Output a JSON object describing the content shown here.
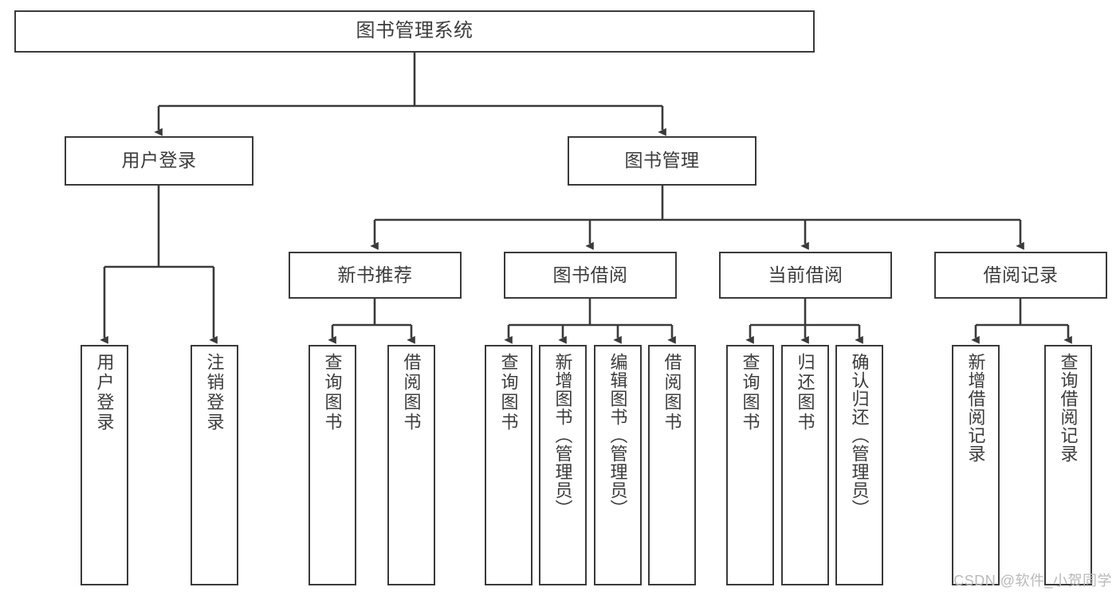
{
  "diagram": {
    "title": "图书管理系统",
    "watermark": "CSDN @软件_小贺同学",
    "colors": {
      "stroke": "#3a3a3a",
      "box_fill": "#ffffff",
      "text": "#3c3c3c",
      "watermark": "#b9b9b9",
      "background": "#ffffff"
    },
    "root": {
      "label": "图书管理系统"
    },
    "level2": [
      {
        "label": "用户登录"
      },
      {
        "label": "图书管理"
      }
    ],
    "level3": [
      {
        "label": "新书推荐"
      },
      {
        "label": "图书借阅"
      },
      {
        "label": "当前借阅"
      },
      {
        "label": "借阅记录"
      }
    ],
    "leaves": {
      "user_login": [
        {
          "label": "用户登录"
        },
        {
          "label": "注销登录"
        }
      ],
      "new_book": [
        {
          "label": "查询图书"
        },
        {
          "label": "借阅图书"
        }
      ],
      "book_borrow": [
        {
          "label": "查询图书"
        },
        {
          "label": "新增图书（管理员）"
        },
        {
          "label": "编辑图书（管理员）"
        },
        {
          "label": "借阅图书"
        }
      ],
      "current_borrow": [
        {
          "label": "查询图书"
        },
        {
          "label": "归还图书"
        },
        {
          "label": "确认归还（管理员）"
        }
      ],
      "borrow_record": [
        {
          "label": "新增借阅记录"
        },
        {
          "label": "查询借阅记录"
        }
      ]
    }
  }
}
